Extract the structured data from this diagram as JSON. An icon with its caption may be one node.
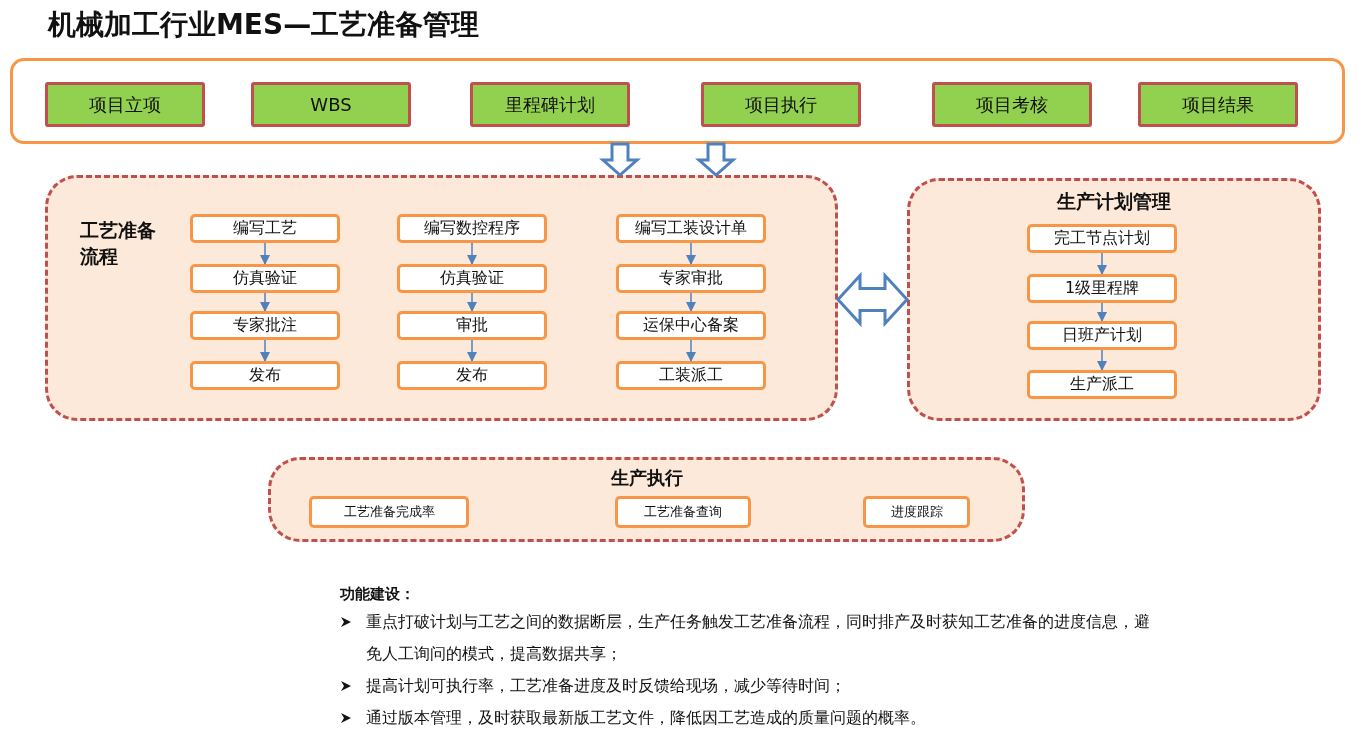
{
  "diagram": {
    "title": "机械加工行业MES—工艺准备管理",
    "nodes": [
      {
        "text": [],
        "shape": "box"
      },
      {
        "text": [
          "项目立项"
        ],
        "in": 0
      },
      {
        "text": [
          "WBS"
        ],
        "in": 0
      },
      {
        "text": [
          "里程碑计划"
        ],
        "in": 0
      },
      {
        "text": [
          "项目执行"
        ],
        "in": 0
      },
      {
        "text": [
          "项目考核"
        ],
        "in": 0
      },
      {
        "text": [
          "项目结果"
        ],
        "in": 0
      },
      {
        "text": [
          "工艺准备流程"
        ]
      },
      {
        "text": [
          "编写工艺"
        ],
        "in": 7
      },
      {
        "text": [
          "仿真验证"
        ],
        "in": 7
      },
      {
        "text": [
          "专家批注"
        ],
        "in": 7
      },
      {
        "text": [
          "发布"
        ],
        "in": 7
      },
      {
        "text": [
          "编写数控程序"
        ],
        "in": 7
      },
      {
        "text": [
          "仿真验证"
        ],
        "in": 7
      },
      {
        "text": [
          "审批"
        ],
        "in": 7
      },
      {
        "text": [
          "发布"
        ],
        "in": 7
      },
      {
        "text": [
          "编写工装设计单"
        ],
        "in": 7
      },
      {
        "text": [
          "专家审批"
        ],
        "in": 7
      },
      {
        "text": [
          "运保中心备案"
        ],
        "in": 7
      },
      {
        "text": [
          "工装派工"
        ],
        "in": 7
      },
      {
        "text": [
          "生产计划管理"
        ]
      },
      {
        "text": [
          "完工节点计划"
        ],
        "in": 20
      },
      {
        "text": [
          "1级里程牌"
        ],
        "in": 20
      },
      {
        "text": [
          "日班产计划"
        ],
        "in": 20
      },
      {
        "text": [
          "生产派工"
        ],
        "in": 20
      },
      {
        "text": [
          "生产执行"
        ]
      },
      {
        "text": [
          "工艺准备完成率"
        ],
        "in": 25
      },
      {
        "text": [
          "工艺准备查询"
        ],
        "in": 25
      },
      {
        "text": [
          "进度跟踪"
        ],
        "in": 25
      }
    ],
    "edges": [
      {
        "from": 0,
        "to": 7,
        "arrow": "to",
        "style": "thick"
      },
      {
        "from": 0,
        "to": 7,
        "arrow": "to",
        "style": "thick"
      },
      {
        "from": 8,
        "to": 9,
        "arrow": "to"
      },
      {
        "from": 9,
        "to": 10,
        "arrow": "to"
      },
      {
        "from": 10,
        "to": 11,
        "arrow": "to"
      },
      {
        "from": 12,
        "to": 13,
        "arrow": "to"
      },
      {
        "from": 13,
        "to": 14,
        "arrow": "to"
      },
      {
        "from": 14,
        "to": 15,
        "arrow": "to"
      },
      {
        "from": 16,
        "to": 17,
        "arrow": "to"
      },
      {
        "from": 17,
        "to": 18,
        "arrow": "to"
      },
      {
        "from": 18,
        "to": 19,
        "arrow": "to"
      },
      {
        "from": 7,
        "to": 20,
        "arrow": "both",
        "style": "thick"
      },
      {
        "from": 21,
        "to": 22,
        "arrow": "to"
      },
      {
        "from": 22,
        "to": 23,
        "arrow": "to"
      },
      {
        "from": 23,
        "to": 24,
        "arrow": "to"
      }
    ],
    "labels": [
      "功能建设：",
      "重点打破计划与工艺之间的数据断层，生产任务触发工艺准备流程，同时排产及时获知工艺准备的进度信息，避免人工询问的模式，提高数据共享；",
      "提高计划可执行率，工艺准备进度及时反馈给现场，减少等待时间；",
      "通过版本管理，及时获取最新版工艺文件，降低因工艺造成的质量问题的概率。"
    ]
  }
}
